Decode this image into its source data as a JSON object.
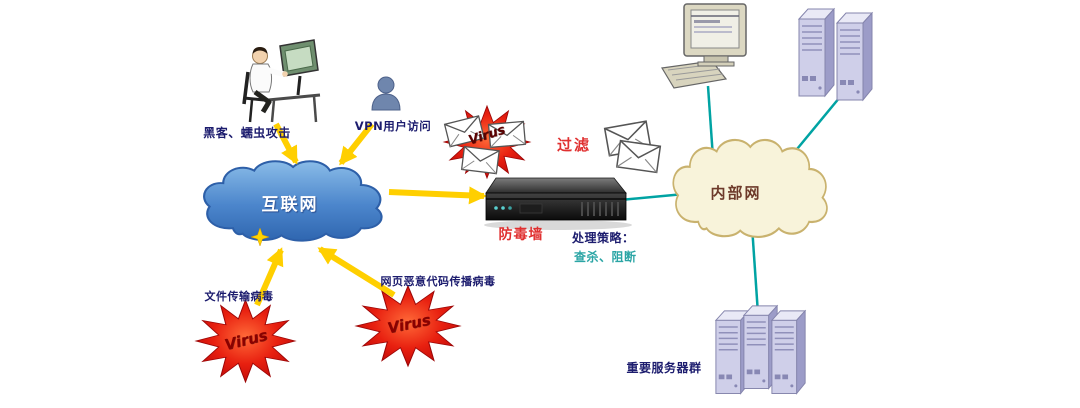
{
  "diagram": {
    "nodes": {
      "hacker": {
        "label": "黑客、蠕虫攻击"
      },
      "vpn_user": {
        "label": "VPN用户访问"
      },
      "internet": {
        "label": "互联网"
      },
      "mail_filter": {
        "label": "过滤"
      },
      "firewall": {
        "label": "防毒墙"
      },
      "strategy": {
        "title": "处理策略：",
        "actions": "查杀、阻断"
      },
      "intranet": {
        "label": "内部网"
      },
      "file_virus": {
        "label": "文件传输病毒"
      },
      "web_virus": {
        "label": "网页恶意代码传播病毒"
      },
      "server_group": {
        "label": "重要服务器群"
      }
    },
    "virus_bursts": [
      {
        "label": "Virus"
      },
      {
        "label": "Virus"
      },
      {
        "label": "Virus"
      }
    ],
    "colors": {
      "internet_cloud": "#4c86cc",
      "intranet_cloud": "#f8f3da",
      "attack_arrow": "#ffcf00",
      "virus_burst": "#e02010",
      "network_link": "#00a3a3",
      "alert_text": "#e03030",
      "action_text": "#2ba5a5",
      "label_text": "#1c1c6e"
    }
  }
}
